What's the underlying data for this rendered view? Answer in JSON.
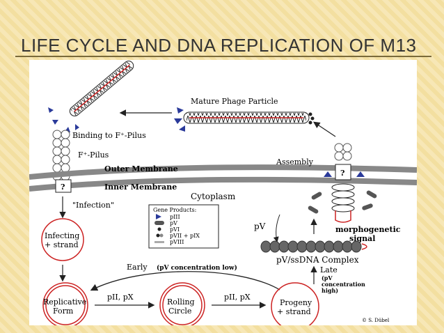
{
  "slide": {
    "title": "LIFE CYCLE AND DNA REPLICATION OF M13"
  },
  "diagram": {
    "labels": {
      "mature_phage": "Mature Phage Particle",
      "binding": "Binding to F⁺-Pilus",
      "f_pilus": "F⁺-Pilus",
      "outer_membrane": "Outer Membrane",
      "inner_membrane": "Inner Membrane",
      "cytoplasm": "Cytoplasm",
      "assembly": "Assembly",
      "infection": "\"Infection\"",
      "infecting_1": "Infecting",
      "infecting_2": "+ strand",
      "pv": "pV",
      "morpho_1": "morphogenetic",
      "morpho_2": "signal",
      "complex": "pV/ssDNA Complex",
      "early": "Early",
      "early_note": "(pV concentration low)",
      "late": "Late",
      "late_note_1": "(pV",
      "late_note_2": "concentration",
      "late_note_3": "high)",
      "replicative_1": "Replicative",
      "replicative_2": "Form",
      "rolling_1": "Rolling",
      "rolling_2": "Circle",
      "progeny_1": "Progeny",
      "progeny_2": "+ strand",
      "pii_px_1": "pII, pX",
      "pii_px_2": "pII, pX",
      "question": "?",
      "credit": "© S. Dübel"
    },
    "legend": {
      "title": "Gene Products:",
      "items": [
        "pIII",
        "pV",
        "pVI",
        "pVII + pIX",
        "pVIII"
      ]
    }
  }
}
